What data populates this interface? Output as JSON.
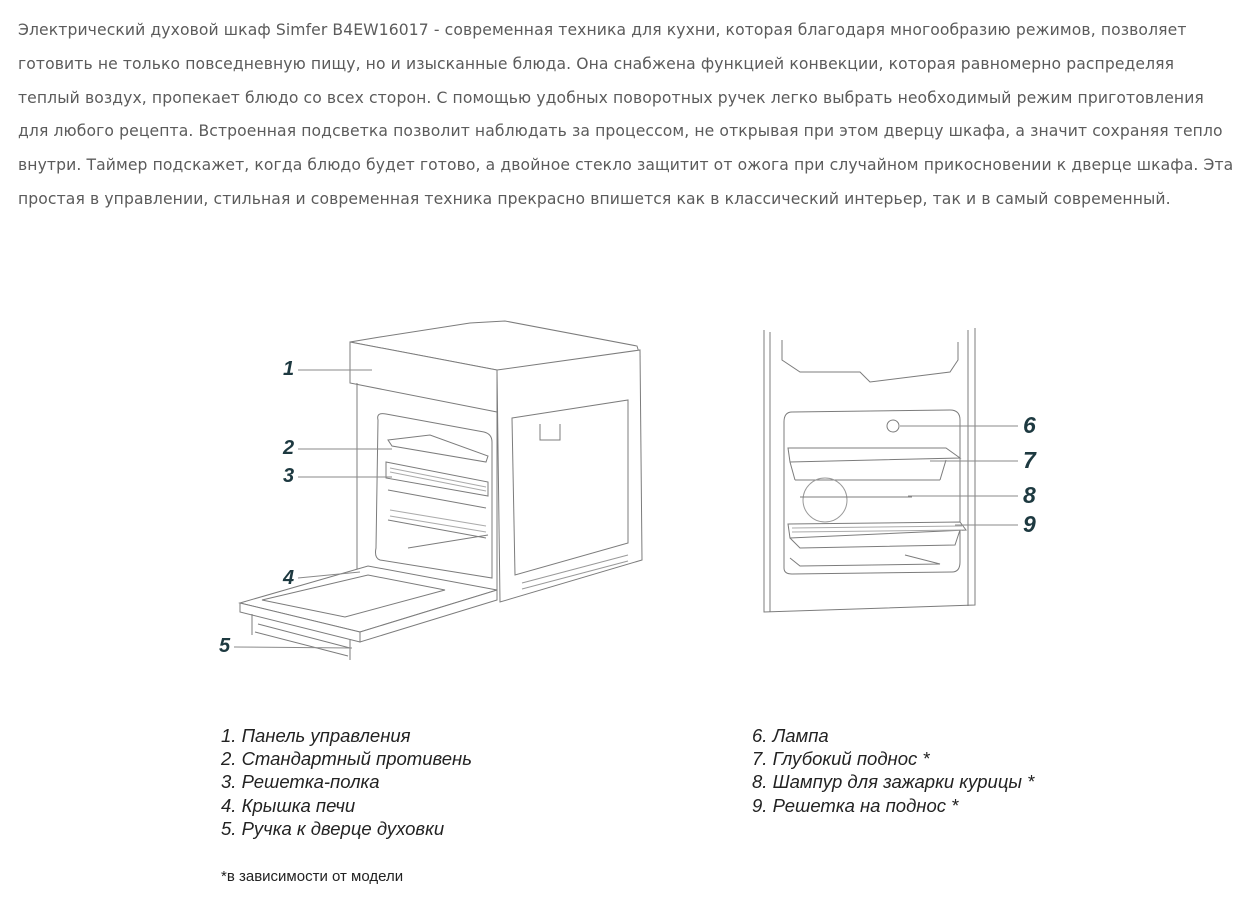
{
  "description": {
    "lines": [
      "Электрический духовой шкаф Simfer B4EW16017 - современная техника для кухни, которая благодаря многообразию режимов, позволяет",
      "готовить не только повседневную пищу, но и изысканные блюда. Она снабжена функцией конвекции, которая равномерно распределяя",
      "теплый воздух, пропекает блюдо со всех сторон. С помощью удобных поворотных ручек легко выбрать необходимый режим приготовления",
      "для любого рецепта. Встроенная подсветка позволит наблюдать за процессом, не открывая при этом дверцу шкафа, а значит сохраняя тепло",
      "внутри. Таймер подскажет, когда блюдо будет готово, а двойное стекло защитит от ожога при случайном прикосновении к дверце шкафа. Эта",
      "простая в управлении, стильная и современная техника прекрасно впишется как в классический интерьер, так и в самый современный."
    ]
  },
  "diagram": {
    "callouts": [
      "1",
      "2",
      "3",
      "4",
      "5",
      "6",
      "7",
      "8",
      "9"
    ],
    "legend_left": [
      "1. Панель управления",
      "2. Стандартный противень",
      "3. Решетка-полка",
      "4. Крышка печи",
      "5. Ручка к дверце духовки"
    ],
    "legend_right": [
      "6. Лампа",
      "7. Глубокий поднос *",
      "8. Шампур для зажарки курицы *",
      "9. Решетка на поднос *"
    ],
    "footnote": "*в зависимости от модели"
  }
}
